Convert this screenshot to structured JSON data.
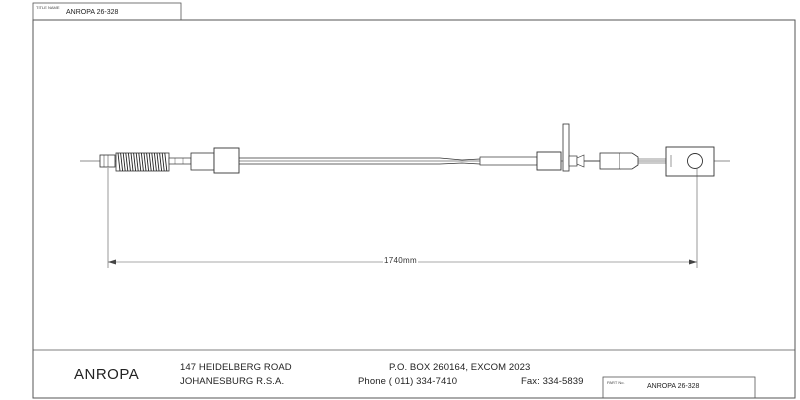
{
  "title_block_top": {
    "field_label": "TITLE NAME",
    "part_code": "ANROPA 26-328"
  },
  "dimension": {
    "overall_length": "1740mm"
  },
  "footer": {
    "brand": "ANROPA",
    "address_line1": "147 HEIDELBERG ROAD",
    "address_line2": "JOHANESBURG R.S.A.",
    "po_box": "P.O. BOX 260164, EXCOM 2023",
    "phone": "Phone ( 011)  334-7410",
    "fax": "Fax: 334-5839",
    "part_label": "PART No.",
    "part_code": "ANROPA 26-328"
  }
}
